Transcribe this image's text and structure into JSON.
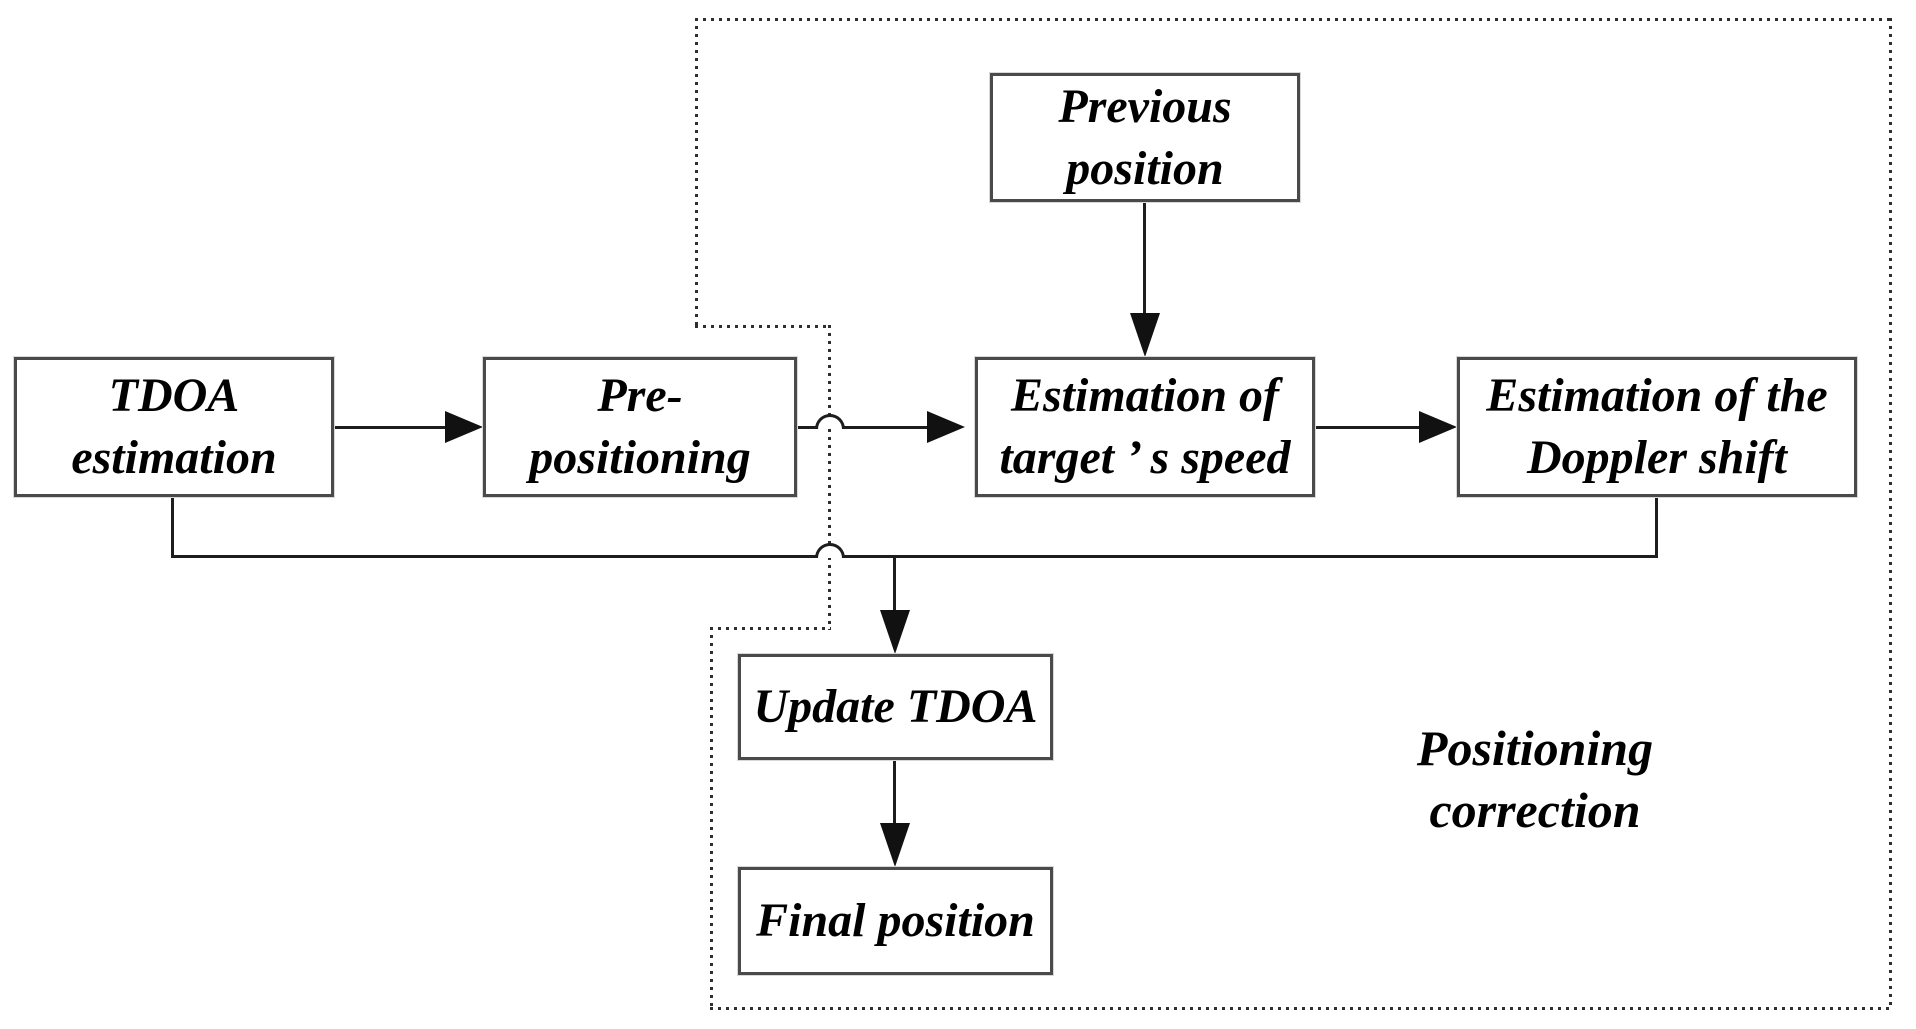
{
  "nodes": {
    "tdoa_estimation": {
      "line1": "TDOA",
      "line2": "estimation"
    },
    "pre_positioning": {
      "line1": "Pre-",
      "line2": "positioning"
    },
    "previous_position": {
      "line1": "Previous",
      "line2": "position"
    },
    "target_speed": {
      "line1": "Estimation of",
      "line2": "target ’ s speed"
    },
    "doppler_shift": {
      "line1": "Estimation of the",
      "line2": "Doppler shift"
    },
    "update_tdoa": {
      "label": "Update TDOA"
    },
    "final_position": {
      "label": "Final position"
    }
  },
  "region": {
    "label_line1": "Positioning",
    "label_line2": "correction"
  },
  "colors": {
    "connector_line": "#1d1d1d",
    "arrowhead": "#111111",
    "box_border": "#4a4a4a",
    "box_background": "#ffffff",
    "dotted_border": "#2e2e2e",
    "text": "#000000",
    "page_background": "#ffffff"
  }
}
